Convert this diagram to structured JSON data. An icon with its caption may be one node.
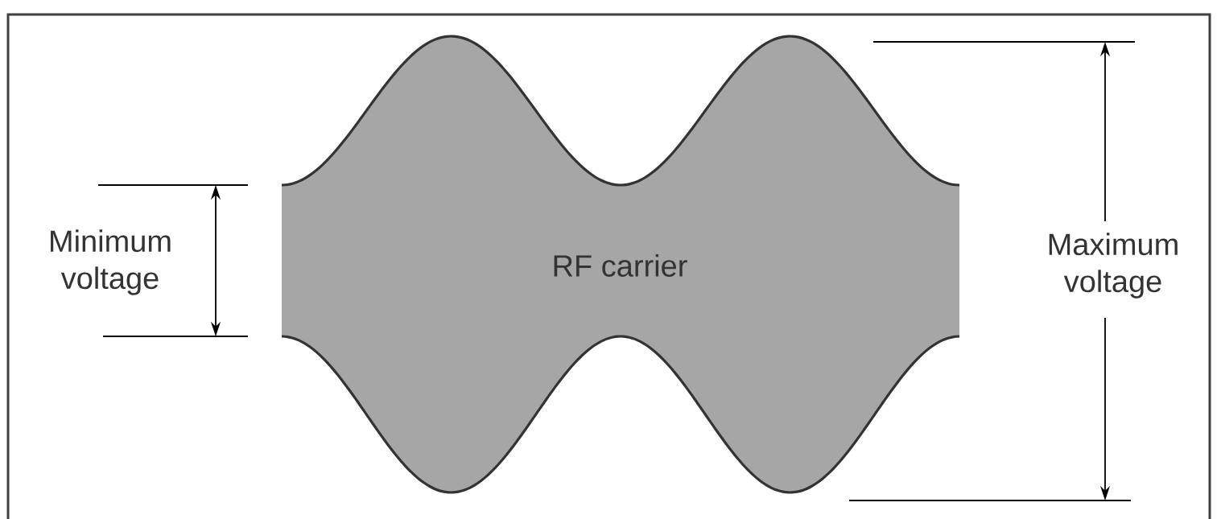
{
  "diagram": {
    "nodes": [
      {
        "text": [
          "RF carrier"
        ]
      }
    ],
    "labels": [
      "Minimum voltage",
      "Maximum voltage"
    ]
  }
}
